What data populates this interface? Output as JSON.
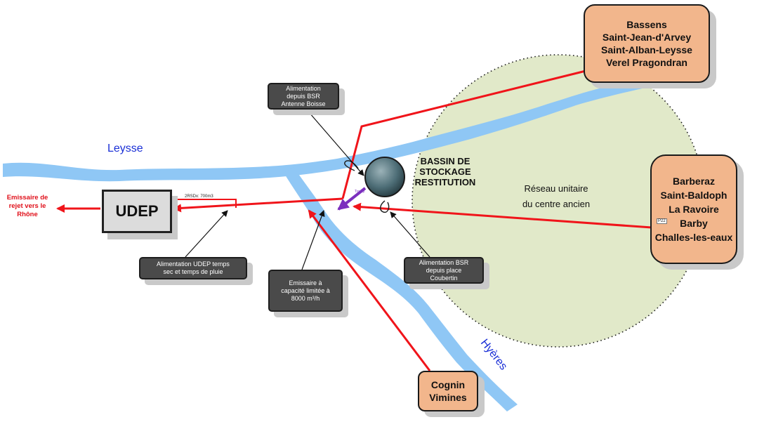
{
  "rivers": {
    "leysse": "Leysse",
    "hyeres": "Hyères"
  },
  "udep": "UDEP",
  "emissaire_rhone": "Emissaire de\nrejet vers le\nRhône",
  "bassin": "BASSIN DE\nSTOCKAGE\nRESTITUTION",
  "reseau": "Réseau unitaire\ndu centre ancien",
  "communes": {
    "nord_est": "Bassens\nSaint-Jean-d'Arvey\nSaint-Alban-Leysse\nVerel Pragondran",
    "est": "Barberaz\nSaint-Baldoph\nLa Ravoire\nBarby\nChalles-les-eaux",
    "sud": "Cognin\nVimines"
  },
  "callouts": {
    "antenne_boisse": "Alimentation\ndepuis BSR\nAntenne Boisse",
    "udep_alim": "Alimentation UDEP temps\nsec et temps de pluie",
    "emissaire_capacite": "Emissaire à\ncapacité limitée à\n8000 m³/h",
    "place_coubertin": "Alimentation BSR\ndepuis place\nCoubertin"
  },
  "small_labels": {
    "debit_udep": "2RSDx: 700m3",
    "p22": "P22",
    "trop_plein": "Trop p"
  },
  "colors": {
    "river": "#8fc7f5",
    "flow": "#f0141a",
    "network_fill": "#e1e9c9",
    "commune_fill": "#f2b68c",
    "callout_fill": "#4a4a4a",
    "arrow_purple": "#7b2fbe",
    "river_label": "#1a2fd6"
  }
}
